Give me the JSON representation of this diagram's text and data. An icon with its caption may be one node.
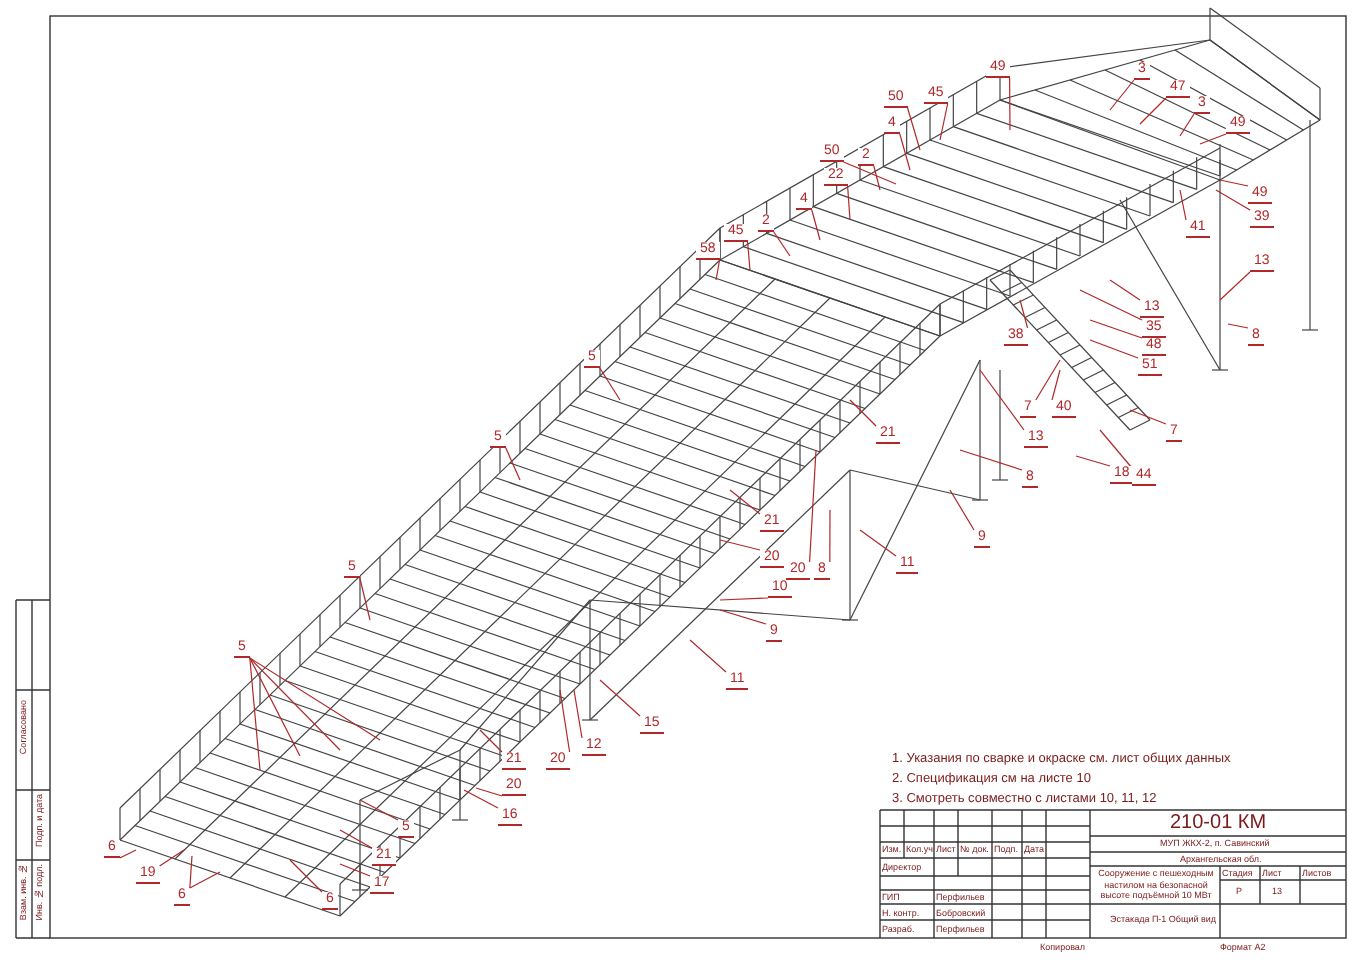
{
  "diagram": {
    "nodes": [
      {
        "text": [
          "49"
        ]
      },
      {
        "text": [
          "3"
        ]
      },
      {
        "text": [
          "47"
        ]
      },
      {
        "text": [
          "50"
        ]
      },
      {
        "text": [
          "45"
        ]
      },
      {
        "text": [
          "3"
        ]
      },
      {
        "text": [
          "49"
        ]
      },
      {
        "text": [
          "4"
        ]
      },
      {
        "text": [
          "50"
        ]
      },
      {
        "text": [
          "2"
        ]
      },
      {
        "text": [
          "22"
        ]
      },
      {
        "text": [
          "49"
        ]
      },
      {
        "text": [
          "4"
        ]
      },
      {
        "text": [
          "39"
        ]
      },
      {
        "text": [
          "2"
        ]
      },
      {
        "text": [
          "41"
        ]
      },
      {
        "text": [
          "45"
        ]
      },
      {
        "text": [
          "58"
        ]
      },
      {
        "text": [
          "13"
        ]
      },
      {
        "text": [
          "13"
        ]
      },
      {
        "text": [
          "35"
        ]
      },
      {
        "text": [
          "8"
        ]
      },
      {
        "text": [
          "38"
        ]
      },
      {
        "text": [
          "48"
        ]
      },
      {
        "text": [
          "5"
        ]
      },
      {
        "text": [
          "51"
        ]
      },
      {
        "text": [
          "7"
        ]
      },
      {
        "text": [
          "40"
        ]
      },
      {
        "text": [
          "7"
        ]
      },
      {
        "text": [
          "13"
        ]
      },
      {
        "text": [
          "21"
        ]
      },
      {
        "text": [
          "5"
        ]
      },
      {
        "text": [
          "8"
        ]
      },
      {
        "text": [
          "18"
        ]
      },
      {
        "text": [
          "44"
        ]
      },
      {
        "text": [
          "21"
        ]
      },
      {
        "text": [
          "9"
        ]
      },
      {
        "text": [
          "20"
        ]
      },
      {
        "text": [
          "5"
        ]
      },
      {
        "text": [
          "11"
        ]
      },
      {
        "text": [
          "20"
        ]
      },
      {
        "text": [
          "8"
        ]
      },
      {
        "text": [
          "10"
        ]
      },
      {
        "text": [
          "9"
        ]
      },
      {
        "text": [
          "5"
        ]
      },
      {
        "text": [
          "11"
        ]
      },
      {
        "text": [
          "15"
        ]
      },
      {
        "text": [
          "12"
        ]
      },
      {
        "text": [
          "21"
        ]
      },
      {
        "text": [
          "20"
        ]
      },
      {
        "text": [
          "20"
        ]
      },
      {
        "text": [
          "16"
        ]
      },
      {
        "text": [
          "5"
        ]
      },
      {
        "text": [
          "21"
        ]
      },
      {
        "text": [
          "6"
        ]
      },
      {
        "text": [
          "19"
        ]
      },
      {
        "text": [
          "17"
        ]
      },
      {
        "text": [
          "6"
        ]
      },
      {
        "text": [
          "6"
        ]
      }
    ],
    "edges": [
      {
        "from": 0,
        "to": null,
        "arrow": "none"
      },
      {
        "from": 1,
        "to": null,
        "arrow": "none"
      },
      {
        "from": 2,
        "to": null,
        "arrow": "none"
      },
      {
        "from": 3,
        "to": null,
        "arrow": "none"
      },
      {
        "from": 4,
        "to": null,
        "arrow": "none"
      },
      {
        "from": 5,
        "to": null,
        "arrow": "none"
      },
      {
        "from": 6,
        "to": null,
        "arrow": "none"
      },
      {
        "from": 7,
        "to": null,
        "arrow": "none"
      },
      {
        "from": 8,
        "to": null,
        "arrow": "none"
      },
      {
        "from": 9,
        "to": null,
        "arrow": "none"
      },
      {
        "from": 10,
        "to": null,
        "arrow": "none"
      },
      {
        "from": 11,
        "to": null,
        "arrow": "none"
      },
      {
        "from": 12,
        "to": null,
        "arrow": "none"
      },
      {
        "from": 13,
        "to": null,
        "arrow": "none"
      },
      {
        "from": 14,
        "to": null,
        "arrow": "none"
      },
      {
        "from": 15,
        "to": null,
        "arrow": "none"
      },
      {
        "from": 16,
        "to": null,
        "arrow": "none"
      },
      {
        "from": 17,
        "to": null,
        "arrow": "none"
      },
      {
        "from": 18,
        "to": null,
        "arrow": "none"
      },
      {
        "from": 19,
        "to": null,
        "arrow": "none"
      },
      {
        "from": 20,
        "to": null,
        "arrow": "none"
      },
      {
        "from": 21,
        "to": null,
        "arrow": "none"
      },
      {
        "from": 22,
        "to": null,
        "arrow": "none"
      },
      {
        "from": 23,
        "to": null,
        "arrow": "none"
      },
      {
        "from": 24,
        "to": null,
        "arrow": "none"
      },
      {
        "from": 25,
        "to": null,
        "arrow": "none"
      },
      {
        "from": 26,
        "to": null,
        "arrow": "none"
      },
      {
        "from": 27,
        "to": null,
        "arrow": "none"
      },
      {
        "from": 28,
        "to": null,
        "arrow": "none"
      },
      {
        "from": 29,
        "to": null,
        "arrow": "none"
      },
      {
        "from": 30,
        "to": null,
        "arrow": "none"
      },
      {
        "from": 31,
        "to": null,
        "arrow": "none"
      },
      {
        "from": 32,
        "to": null,
        "arrow": "none"
      },
      {
        "from": 33,
        "to": null,
        "arrow": "none"
      },
      {
        "from": 34,
        "to": null,
        "arrow": "none"
      },
      {
        "from": 35,
        "to": null,
        "arrow": "none"
      },
      {
        "from": 36,
        "to": null,
        "arrow": "none"
      },
      {
        "from": 37,
        "to": null,
        "arrow": "none"
      },
      {
        "from": 38,
        "to": null,
        "arrow": "none"
      },
      {
        "from": 39,
        "to": null,
        "arrow": "none"
      },
      {
        "from": 40,
        "to": null,
        "arrow": "none"
      },
      {
        "from": 41,
        "to": null,
        "arrow": "none"
      },
      {
        "from": 42,
        "to": null,
        "arrow": "none"
      },
      {
        "from": 43,
        "to": null,
        "arrow": "none"
      },
      {
        "from": 44,
        "to": null,
        "arrow": "none"
      },
      {
        "from": 44,
        "to": null,
        "arrow": "none"
      },
      {
        "from": 44,
        "to": null,
        "arrow": "none"
      },
      {
        "from": 44,
        "to": null,
        "arrow": "none"
      },
      {
        "from": 45,
        "to": null,
        "arrow": "none"
      },
      {
        "from": 46,
        "to": null,
        "arrow": "none"
      },
      {
        "from": 47,
        "to": null,
        "arrow": "none"
      },
      {
        "from": 48,
        "to": null,
        "arrow": "none"
      },
      {
        "from": 49,
        "to": null,
        "arrow": "none"
      },
      {
        "from": 50,
        "to": null,
        "arrow": "none"
      },
      {
        "from": 51,
        "to": null,
        "arrow": "none"
      },
      {
        "from": 52,
        "to": null,
        "arrow": "none"
      },
      {
        "from": 53,
        "to": null,
        "arrow": "none"
      },
      {
        "from": 54,
        "to": null,
        "arrow": "none"
      },
      {
        "from": 55,
        "to": null,
        "arrow": "none"
      },
      {
        "from": 56,
        "to": null,
        "arrow": "none"
      },
      {
        "from": 57,
        "to": null,
        "arrow": "none"
      },
      {
        "from": 57,
        "to": null,
        "arrow": "none"
      },
      {
        "from": 58,
        "to": null,
        "arrow": "none"
      }
    ],
    "labels": [
      "1. Указания по сварке и окраске см. лист общих данных",
      "2. Спецификация см на листе 10",
      "3. Смотреть совместно с листами 10, 11, 12",
      "210-01 КМ",
      "МУП ЖКХ-2, п. Савинский",
      "Архангельская обл.",
      "Изм.",
      "Кол.уч",
      "Лист",
      "№ док.",
      "Подп.",
      "Дата",
      "Директор",
      "Сооружение с пешеходным настилом на безопасной высоте подъёмной 10 МВт",
      "Стадия",
      "Лист",
      "Листов",
      "Р",
      "13",
      "ГИП",
      "Перфильев",
      "Н. контр.",
      "Бобровский",
      "Разраб.",
      "Перфильев",
      "Эстакада П-1 Общий вид",
      "Копировал",
      "Формат А2",
      "Согласовано",
      "Взам. инв. №",
      "Подп. и дата",
      "Инв. № подл."
    ]
  }
}
